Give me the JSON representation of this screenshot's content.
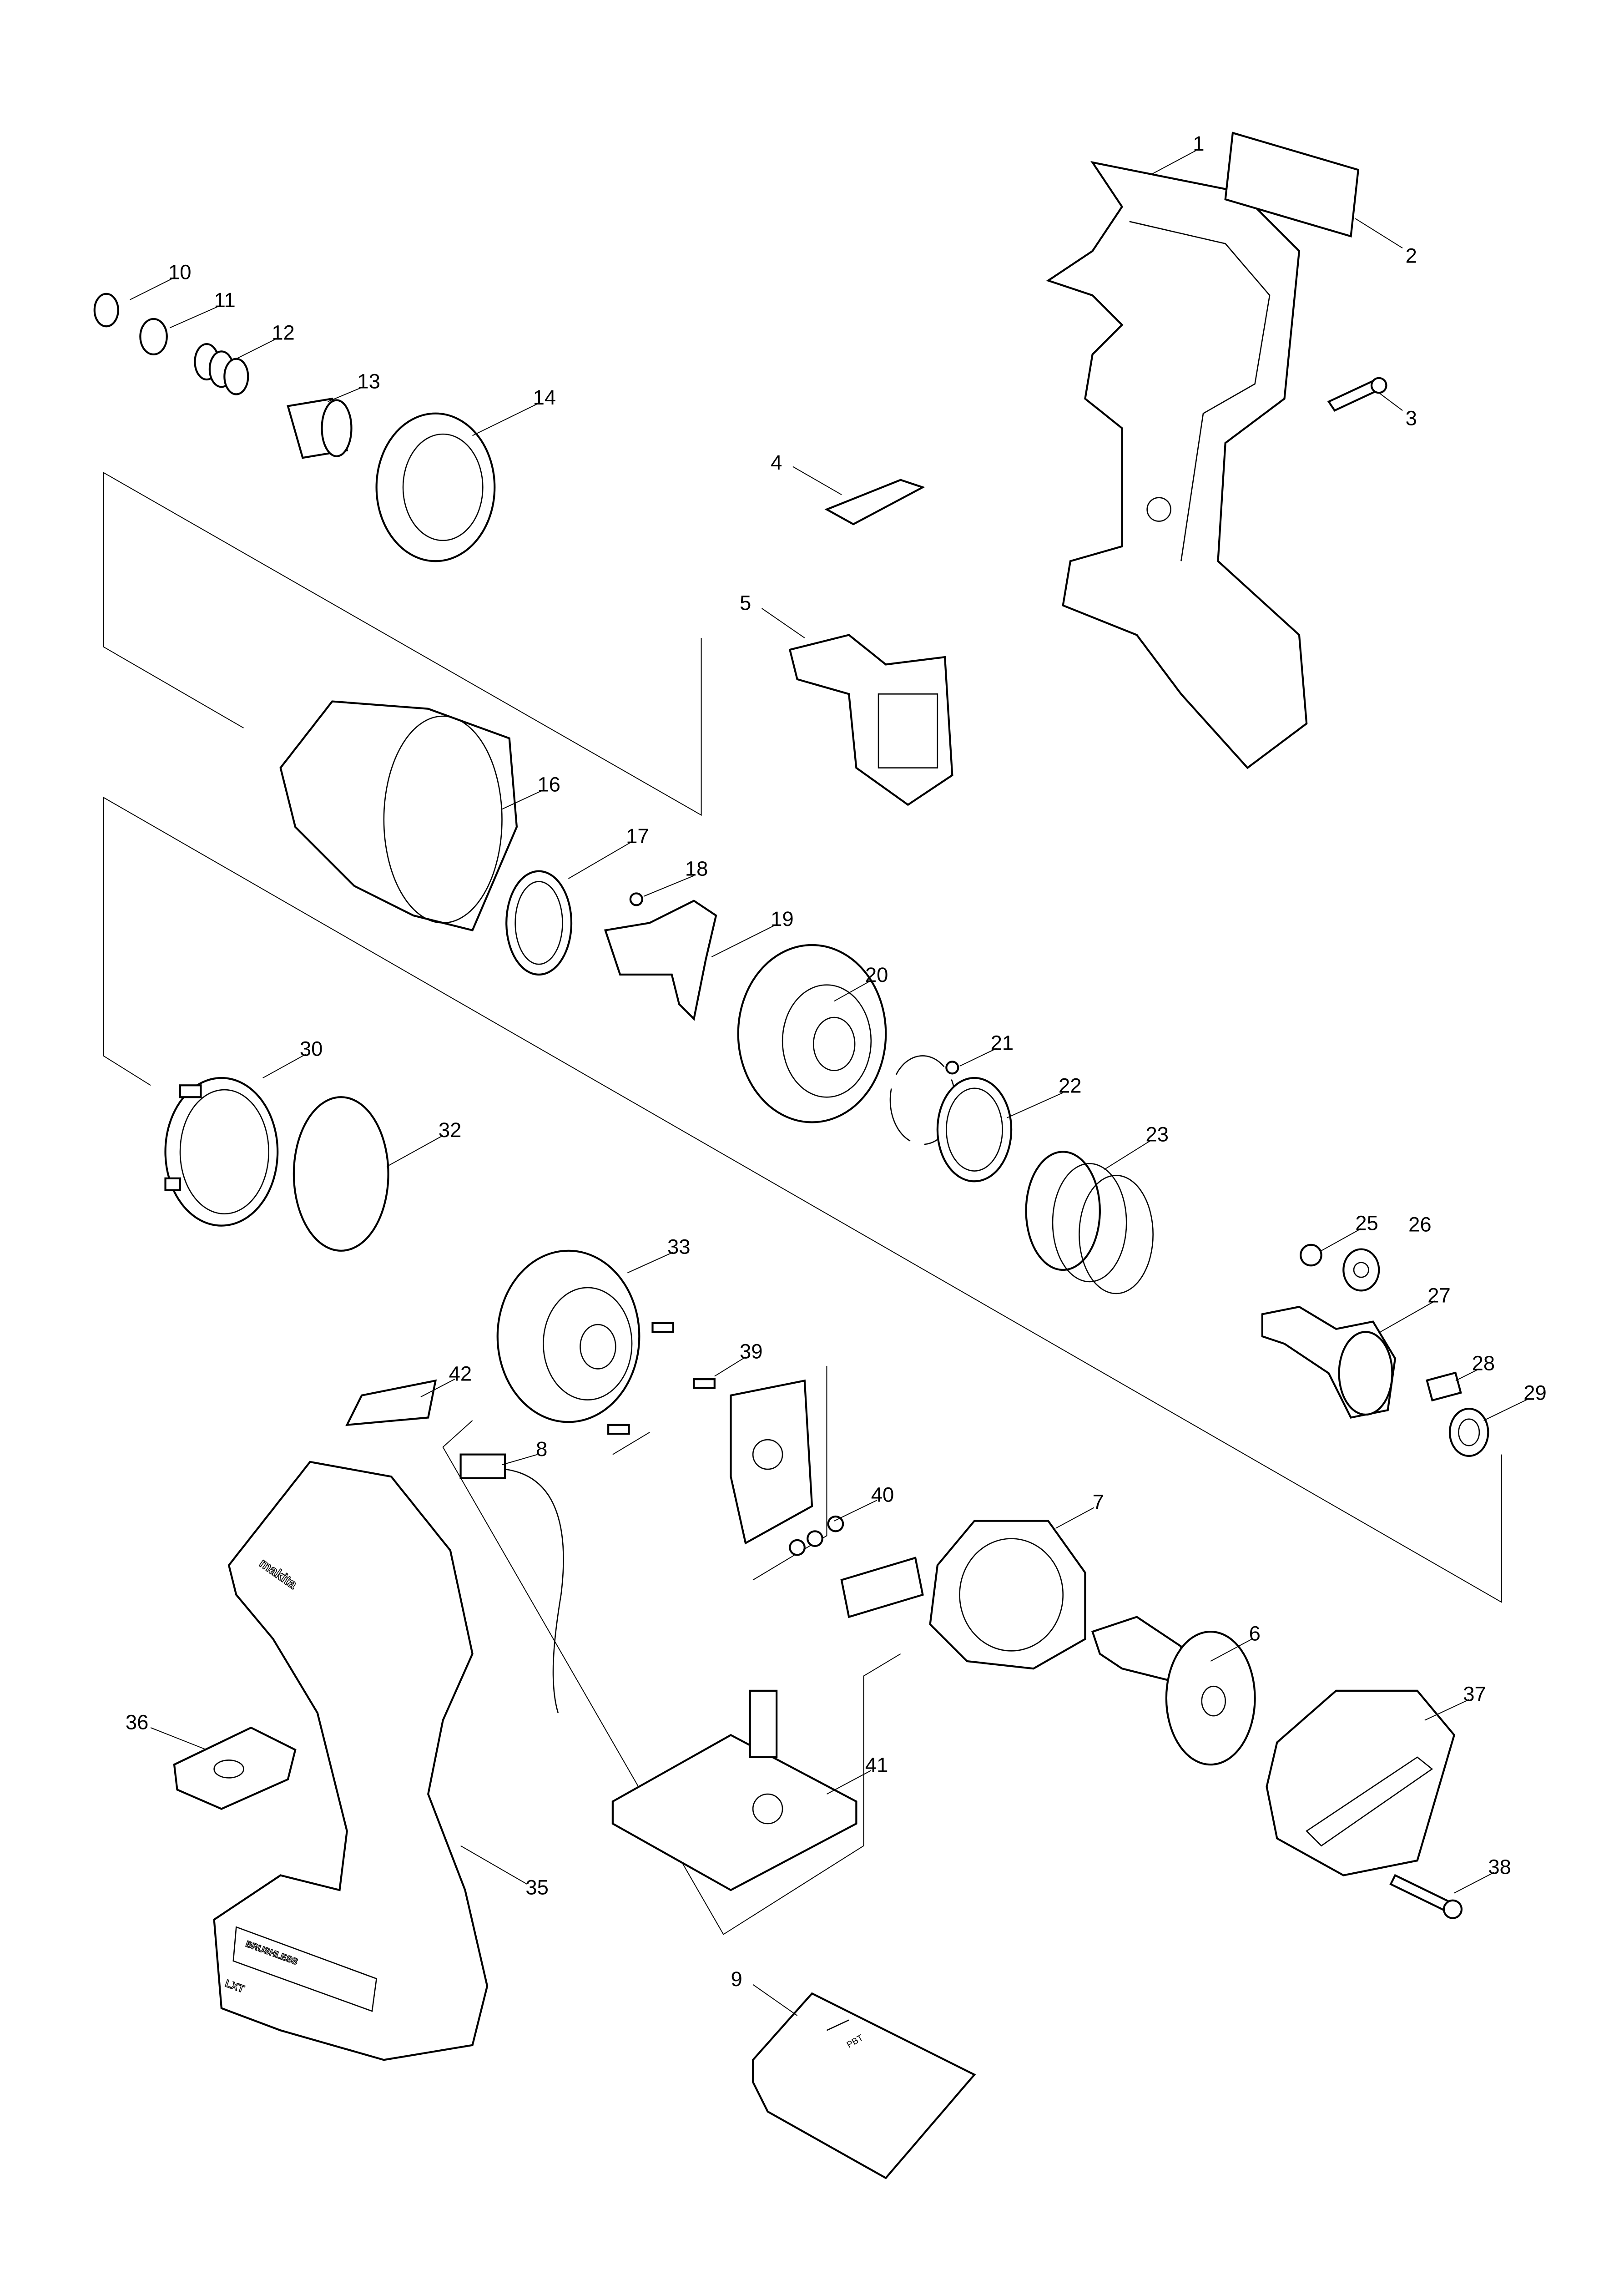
{
  "diagram": {
    "type": "exploded parts diagram",
    "parts": [
      {
        "id": "1",
        "label": "1"
      },
      {
        "id": "2",
        "label": "2"
      },
      {
        "id": "3",
        "label": "3"
      },
      {
        "id": "4",
        "label": "4"
      },
      {
        "id": "5",
        "label": "5"
      },
      {
        "id": "6",
        "label": "6"
      },
      {
        "id": "7",
        "label": "7"
      },
      {
        "id": "8",
        "label": "8"
      },
      {
        "id": "9",
        "label": "9"
      },
      {
        "id": "10",
        "label": "10"
      },
      {
        "id": "11",
        "label": "11"
      },
      {
        "id": "12",
        "label": "12"
      },
      {
        "id": "13",
        "label": "13"
      },
      {
        "id": "14",
        "label": "14"
      },
      {
        "id": "16",
        "label": "16"
      },
      {
        "id": "17",
        "label": "17"
      },
      {
        "id": "18",
        "label": "18"
      },
      {
        "id": "19",
        "label": "19"
      },
      {
        "id": "20",
        "label": "20"
      },
      {
        "id": "21",
        "label": "21"
      },
      {
        "id": "22",
        "label": "22"
      },
      {
        "id": "23",
        "label": "23"
      },
      {
        "id": "25",
        "label": "25"
      },
      {
        "id": "26",
        "label": "26"
      },
      {
        "id": "27",
        "label": "27"
      },
      {
        "id": "28",
        "label": "28"
      },
      {
        "id": "29",
        "label": "29"
      },
      {
        "id": "30",
        "label": "30"
      },
      {
        "id": "32",
        "label": "32"
      },
      {
        "id": "33",
        "label": "33"
      },
      {
        "id": "35",
        "label": "35"
      },
      {
        "id": "36",
        "label": "36"
      },
      {
        "id": "37",
        "label": "37"
      },
      {
        "id": "38",
        "label": "38"
      },
      {
        "id": "39",
        "label": "39"
      },
      {
        "id": "40",
        "label": "40"
      },
      {
        "id": "41",
        "label": "41"
      },
      {
        "id": "42",
        "label": "42"
      }
    ],
    "housing_marks": {
      "brand": "makita",
      "badge1": "BRUSHLESS",
      "badge2": "LXT"
    },
    "terminal_marks": {
      "material": "PBT"
    }
  }
}
